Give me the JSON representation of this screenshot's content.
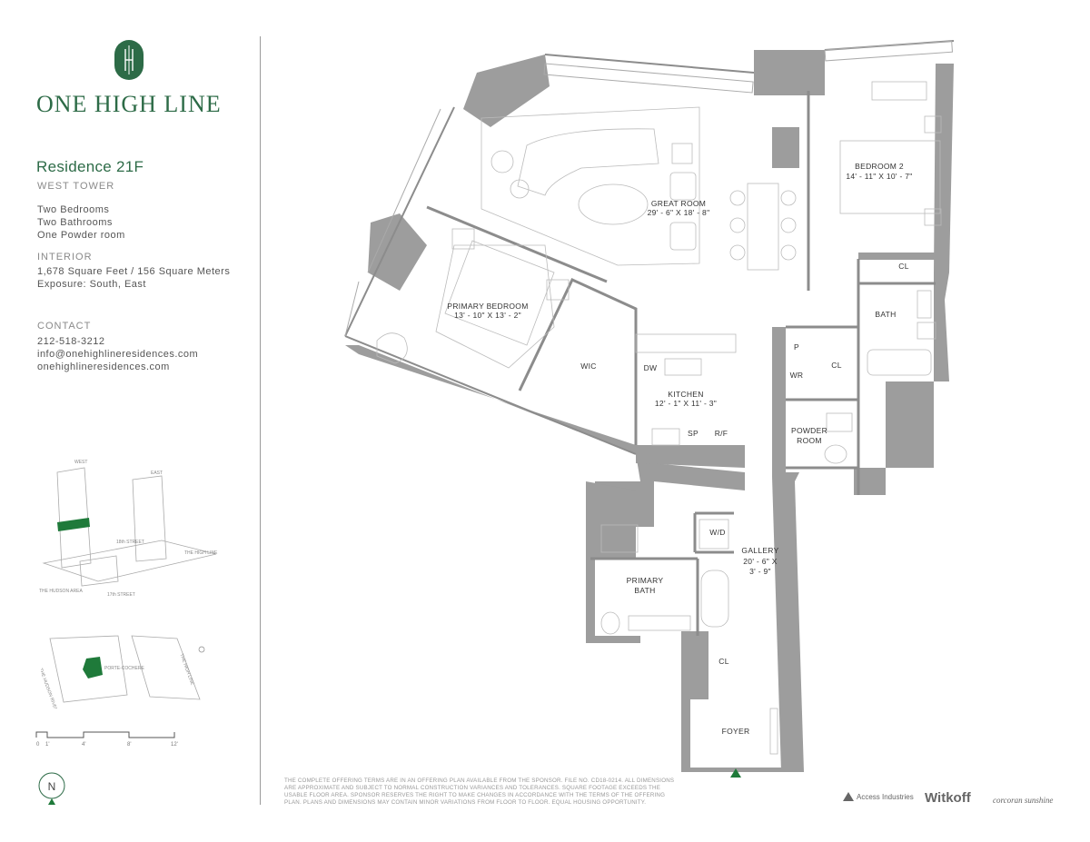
{
  "brand": {
    "name": "ONE HIGH LINE"
  },
  "residence": {
    "title": "Residence 21F",
    "tower": "WEST TOWER",
    "features": [
      "Two Bedrooms",
      "Two Bathrooms",
      "One Powder room"
    ],
    "interior_label": "INTERIOR",
    "area": "1,678 Square Feet / 156 Square Meters",
    "exposure": "Exposure: South, East"
  },
  "contact": {
    "label": "CONTACT",
    "phone": "212-518-3212",
    "email": "info@onehighlineresidences.com",
    "website": "onehighlineresidences.com"
  },
  "key_plan": {
    "west": "WEST",
    "east": "EAST",
    "street_top": "18th STREET",
    "high_line": "THE HIGH LINE",
    "hudson_area": "THE HUDSON AREA",
    "street_bottom": "17th STREET",
    "site_river": "THE HUDSON RIVER",
    "porte": "PORTE-COCHERE",
    "site_high_line": "THE HIGH LINE"
  },
  "scale": {
    "ticks": [
      "0",
      "1'",
      "4'",
      "8'",
      "12'"
    ]
  },
  "north": "N",
  "rooms": {
    "great_room": {
      "name": "GREAT ROOM",
      "dims": "29' - 6\" X 18' - 8\""
    },
    "bedroom2": {
      "name": "BEDROOM 2",
      "dims": "14' - 11\" X 10' - 7\""
    },
    "primary_bedroom": {
      "name": "PRIMARY BEDROOM",
      "dims": "13' - 10\" X 13' - 2\""
    },
    "wic": "WIC",
    "kitchen": {
      "name": "KITCHEN",
      "dims": "12' - 1\" X 11' - 3\""
    },
    "dw": "DW",
    "sp": "SP",
    "rf": "R/F",
    "cl1": "CL",
    "bath": "BATH",
    "p": "P",
    "wr": "WR",
    "cl2": "CL",
    "powder": [
      "POWDER",
      "ROOM"
    ],
    "wd": "W/D",
    "gallery": {
      "name": "GALLERY",
      "dims1": "20' - 6\" X",
      "dims2": "3' - 9\""
    },
    "primary_bath": [
      "PRIMARY",
      "BATH"
    ],
    "cl3": "CL",
    "foyer": "FOYER"
  },
  "disclaimer": "THE COMPLETE OFFERING TERMS ARE IN AN OFFERING PLAN AVAILABLE FROM THE SPONSOR. FILE NO. CD18-0214. ALL DIMENSIONS ARE APPROXIMATE AND SUBJECT TO NORMAL CONSTRUCTION VARIANCES AND TOLERANCES. SQUARE FOOTAGE EXCEEDS THE USABLE FLOOR AREA. SPONSOR RESERVES THE RIGHT TO MAKE CHANGES IN ACCORDANCE WITH THE TERMS OF THE OFFERING PLAN. PLANS AND DIMENSIONS MAY CONTAIN MINOR VARIATIONS FROM FLOOR TO FLOOR. EQUAL HOUSING OPPORTUNITY.",
  "partners": {
    "access": "Access Industries",
    "witkoff": "Witkoff",
    "corcoran": "corcoran sunshine"
  },
  "colors": {
    "brand_green": "#2d6b47",
    "wall_gray": "#9d9d9d",
    "accent_green": "#1f7a3a"
  }
}
